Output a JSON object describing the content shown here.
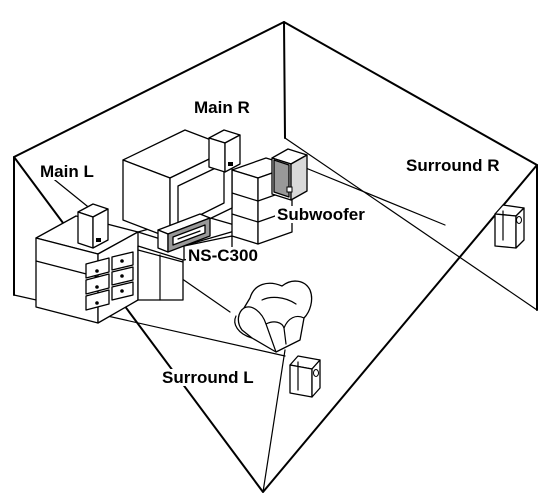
{
  "labels": {
    "main_l": "Main L",
    "main_r": "Main R",
    "surround_r": "Surround R",
    "subwoofer": "Subwoofer",
    "center": "NS-C300",
    "surround_l": "Surround L"
  },
  "colors": {
    "line": "#000000",
    "speaker_fill": "#ffffff",
    "subwoofer_fill": "#d9d9d9"
  }
}
